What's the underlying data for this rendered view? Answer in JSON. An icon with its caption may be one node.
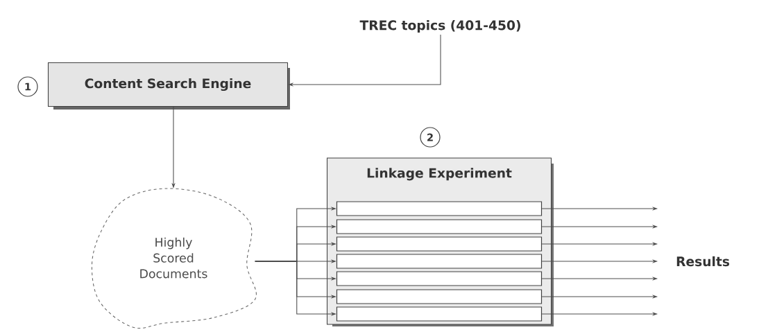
{
  "diagram": {
    "nodes": [
      {
        "text": [
          "TREC topics (401-450)"
        ]
      },
      {
        "text": [
          "1"
        ]
      },
      {
        "text": [
          "Content Search Engine"
        ]
      },
      {
        "text": [
          "Highly Scored Documents"
        ]
      },
      {
        "text": [
          "2"
        ]
      },
      {
        "text": [
          "Linkage Experiment"
        ]
      },
      {
        "text": [],
        "shape": "bar",
        "in": 5
      },
      {
        "text": [],
        "shape": "bar",
        "in": 5
      },
      {
        "text": [],
        "shape": "bar",
        "in": 5
      },
      {
        "text": [],
        "shape": "bar",
        "in": 5
      },
      {
        "text": [],
        "shape": "bar",
        "in": 5
      },
      {
        "text": [],
        "shape": "bar",
        "in": 5
      },
      {
        "text": [],
        "shape": "bar",
        "in": 5
      }
    ],
    "edges": [
      {
        "from": 0,
        "to": 2,
        "arrow": "to"
      },
      {
        "from": 2,
        "to": 3,
        "arrow": "to"
      },
      {
        "from": 3,
        "to": 6,
        "arrow": "to"
      },
      {
        "from": 3,
        "to": 7,
        "arrow": "to"
      },
      {
        "from": 3,
        "to": 8,
        "arrow": "to"
      },
      {
        "from": 3,
        "to": 9,
        "arrow": "to"
      },
      {
        "from": 3,
        "to": 10,
        "arrow": "to"
      },
      {
        "from": 3,
        "to": 11,
        "arrow": "to"
      },
      {
        "from": 3,
        "to": 12,
        "arrow": "to"
      },
      {
        "from": 6,
        "to": null,
        "arrow": "to"
      },
      {
        "from": 7,
        "to": null,
        "arrow": "to"
      },
      {
        "from": 8,
        "to": null,
        "arrow": "to"
      },
      {
        "from": 9,
        "to": null,
        "arrow": "to"
      },
      {
        "from": 10,
        "to": null,
        "arrow": "to"
      },
      {
        "from": 11,
        "to": null,
        "arrow": "to"
      },
      {
        "from": 12,
        "to": null,
        "arrow": "to"
      }
    ],
    "labels": [
      "Results"
    ]
  }
}
